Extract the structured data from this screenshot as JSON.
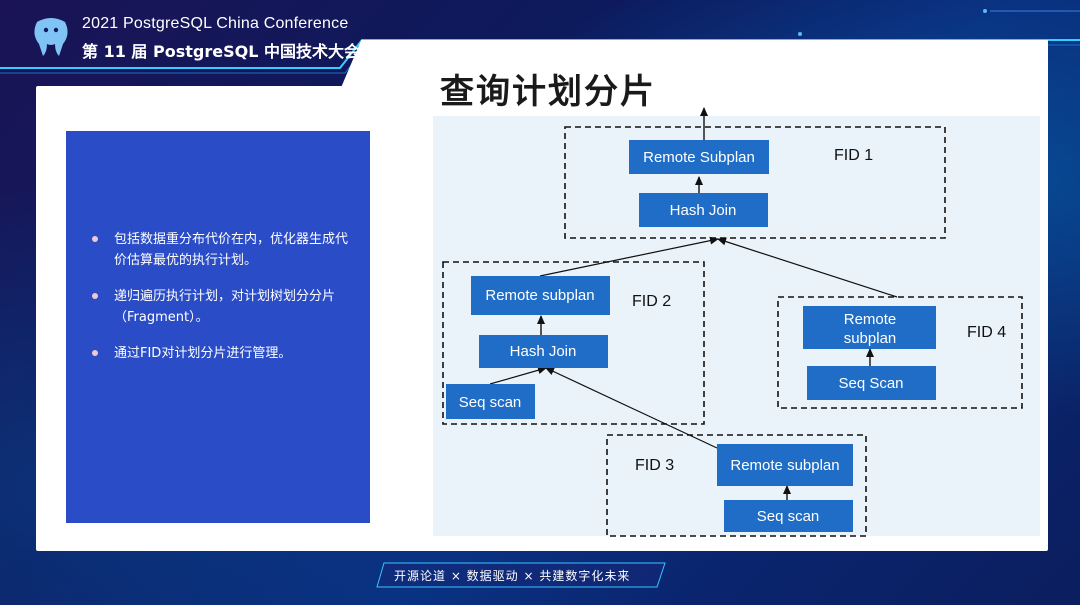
{
  "header": {
    "conference_en": "2021 PostgreSQL China Conference",
    "conference_cn": "第 11 届 PostgreSQL 中国技术大会"
  },
  "slide": {
    "title": "查询计划分片"
  },
  "bullets": [
    "包括数据重分布代价在内，优化器生成代价估算最优的执行计划。",
    "递归遍历执行计划，对计划树划分分片（Fragment）。",
    "通过FID对计划分片进行管理。"
  ],
  "diagram": {
    "fragments": [
      {
        "label": "FID 1",
        "nodes": [
          "Remote Subplan",
          "Hash Join"
        ]
      },
      {
        "label": "FID 2",
        "nodes": [
          "Remote subplan",
          "Hash Join",
          "Seq scan"
        ]
      },
      {
        "label": "FID 3",
        "nodes": [
          "Remote subplan",
          "Seq scan"
        ]
      },
      {
        "label": "FID 4",
        "nodes": [
          "Remote",
          "subplan",
          "Seq Scan"
        ]
      }
    ]
  },
  "footer": {
    "slogan": "开源论道 × 数据驱动 × 共建数字化未来"
  },
  "colors": {
    "node": "#1f6dc6",
    "blue_box": "#2a4cc7",
    "bullet_dot": "#f0c8d0",
    "diagram_bg": "#eaf2fa"
  }
}
